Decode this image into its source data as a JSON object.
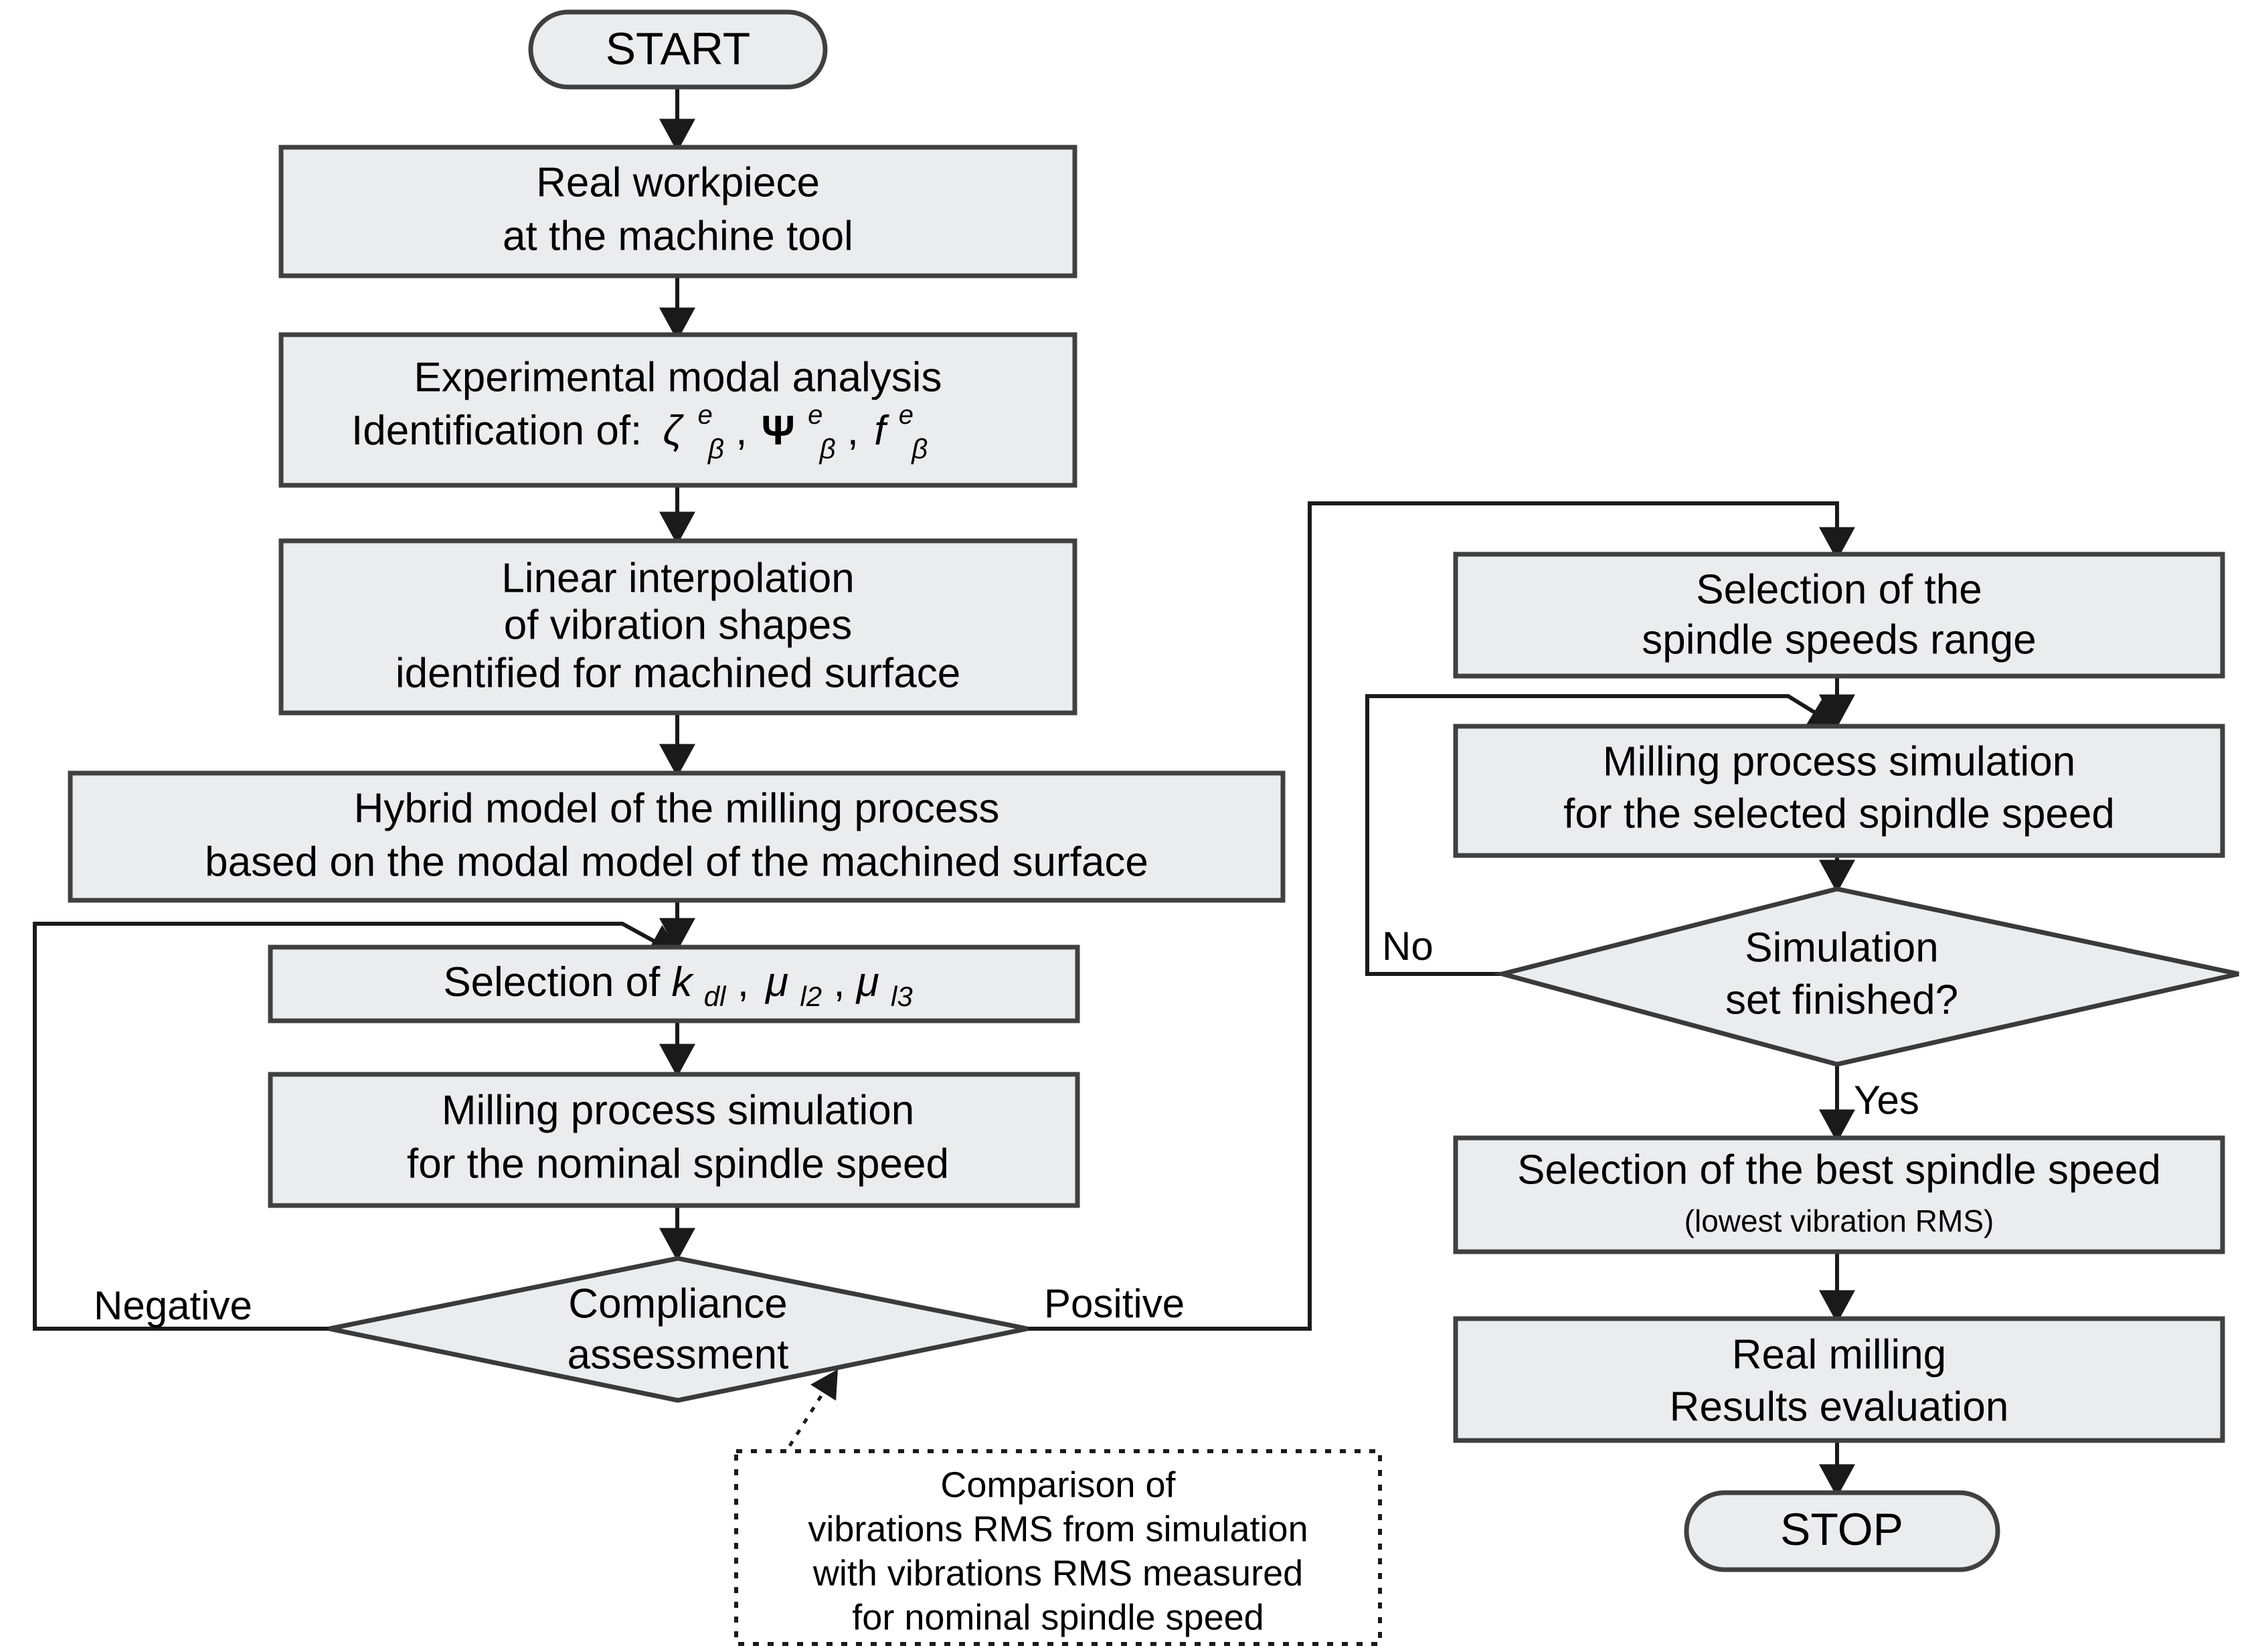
{
  "diagram": {
    "title": "Milling process optimization flowchart",
    "colors": {
      "node_fill": "#eaeced",
      "node_border": "#404040",
      "line": "#1a1a1a",
      "background": "#ffffff"
    }
  },
  "nodes": {
    "start": {
      "label": "START",
      "shape": "terminator"
    },
    "real_workpiece": {
      "line1": "Real workpiece",
      "line2": "at the machine tool",
      "shape": "process"
    },
    "modal_analysis": {
      "line1": "Experimental modal analysis",
      "line2_prefix": "Identification of:",
      "sym1_base": "ζ",
      "sym1_sup": "e",
      "sym1_sub": "β",
      "sym2_base": "Ψ",
      "sym2_sup": "e",
      "sym2_sub": "β",
      "sym3_base": "f",
      "sym3_sup": "e",
      "sym3_sub": "β",
      "comma": ",",
      "shape": "process"
    },
    "interpolation": {
      "line1": "Linear interpolation",
      "line2": "of vibration shapes",
      "line3": "identified for machined surface",
      "shape": "process"
    },
    "hybrid_model": {
      "line1": "Hybrid model of the milling process",
      "line2": "based on the modal model of the machined surface",
      "shape": "process"
    },
    "selection_params": {
      "prefix": "Selection of ",
      "var1_base": "k",
      "var1_sub": "dl",
      "var2_base": "μ",
      "var2_sub": "l2",
      "var3_base": "μ",
      "var3_sub": "l3",
      "comma": ",",
      "shape": "process"
    },
    "milling_nominal": {
      "line1": "Milling process simulation",
      "line2": "for the nominal spindle speed",
      "shape": "process"
    },
    "compliance": {
      "line1": "Compliance",
      "line2": "assessment",
      "shape": "decision"
    },
    "annotation": {
      "line1": "Comparison of",
      "line2": "vibrations RMS from simulation",
      "line3": "with vibrations RMS measured",
      "line4": "for nominal spindle speed",
      "shape": "note"
    },
    "speed_range": {
      "line1": "Selection of the",
      "line2": "spindle speeds range",
      "shape": "process"
    },
    "milling_selected": {
      "line1": "Milling process simulation",
      "line2": "for the selected spindle speed",
      "shape": "process"
    },
    "sim_finished": {
      "line1": "Simulation",
      "line2": "set finished?",
      "shape": "decision"
    },
    "best_speed": {
      "line1": "Selection of the best spindle speed",
      "line2": "(lowest vibration RMS)",
      "shape": "process"
    },
    "real_milling": {
      "line1": "Real milling",
      "line2": "Results evaluation",
      "shape": "process"
    },
    "stop": {
      "label": "STOP",
      "shape": "terminator"
    }
  },
  "edges": {
    "negative_label": "Negative",
    "positive_label": "Positive",
    "no_label": "No",
    "yes_label": "Yes"
  }
}
